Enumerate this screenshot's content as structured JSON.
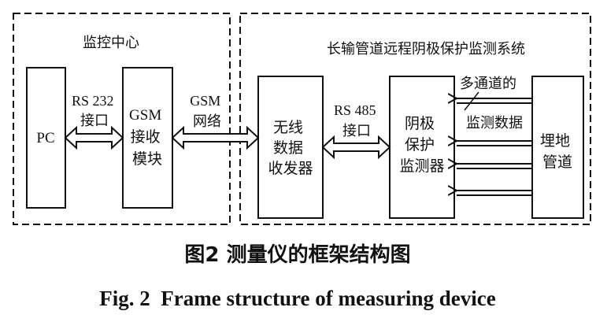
{
  "diagram": {
    "regions": {
      "monitor_center": {
        "label": "监控中心"
      },
      "remote_system": {
        "label": "长输管道远程阴极保护监测系统"
      }
    },
    "blocks": {
      "pc": {
        "lines": [
          "PC"
        ]
      },
      "gsm_module": {
        "lines": [
          "GSM",
          "接收",
          "模块"
        ]
      },
      "wireless": {
        "lines": [
          "无线",
          "数据",
          "收发器"
        ]
      },
      "monitor": {
        "lines": [
          "阴极",
          "保护",
          "监测器"
        ]
      },
      "pipeline": {
        "lines": [
          "埋地",
          "管道"
        ]
      }
    },
    "links": {
      "rs232": {
        "lines": [
          "RS 232",
          "接口"
        ]
      },
      "gsm_net": {
        "lines": [
          "GSM",
          "网络"
        ]
      },
      "rs485": {
        "lines": [
          "RS 485",
          "接口"
        ]
      },
      "multichannel": {
        "lines": [
          "多通道的",
          "监测数据"
        ]
      }
    }
  },
  "caption": {
    "zh": "图2  测量仪的框架结构图",
    "en": "Fig. 2  Frame structure of measuring device"
  }
}
